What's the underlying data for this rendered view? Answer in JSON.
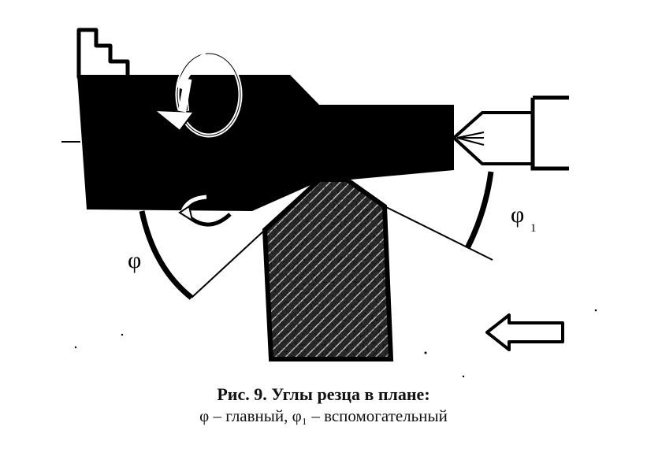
{
  "figure": {
    "labels": {
      "phi": "φ",
      "phi1_base": "φ",
      "phi1_sub": "1"
    },
    "caption": {
      "line1": "Рис. 9. Углы резца в плане:",
      "line2": "φ – главный, φ₁ – вспомогательный"
    }
  }
}
